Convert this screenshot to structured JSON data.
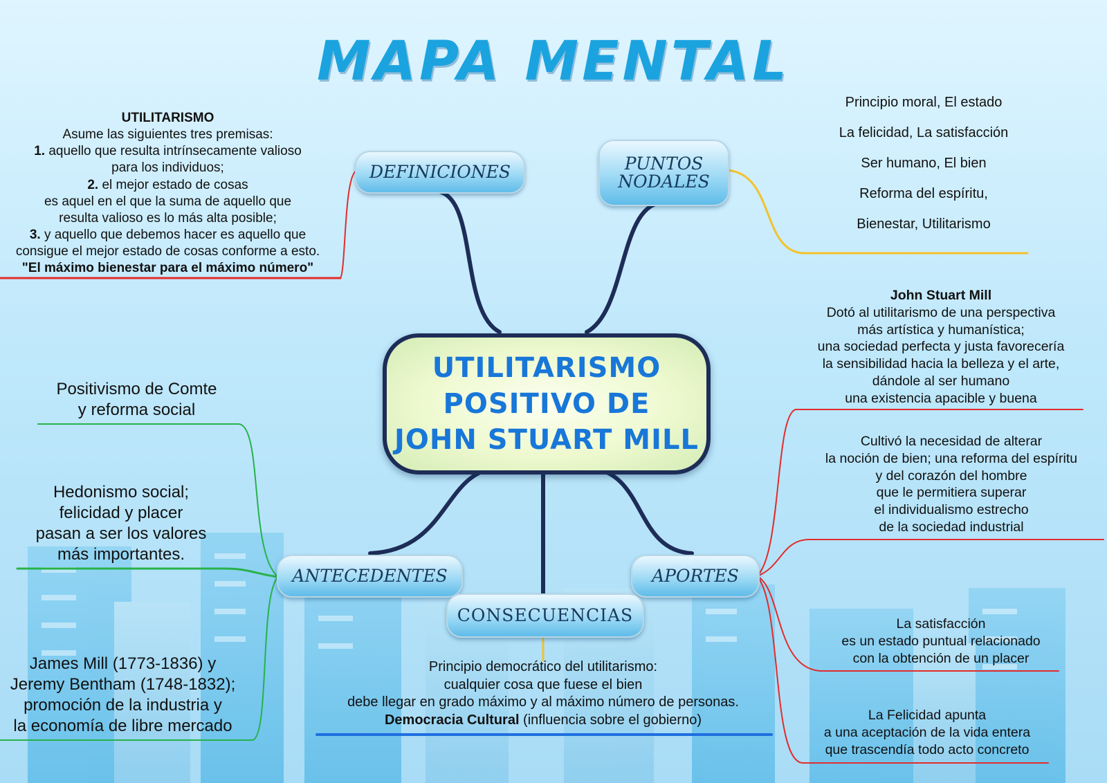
{
  "title": "MAPA MENTAL",
  "center_lines": [
    "UTILITARISMO",
    "POSITIVO DE",
    "JOHN STUART MILL"
  ],
  "nodes": {
    "definiciones": "DEFINICIONES",
    "puntos_nodales": [
      "PUNTOS",
      "NODALES"
    ],
    "antecedentes": "ANTECEDENTES",
    "aportes": "APORTES",
    "consecuencias": "CONSECUENCIAS"
  },
  "definiciones_text": {
    "heading": "UTILITARISMO",
    "intro": "Asume las siguientes tres premisas:",
    "p1_num": "1.",
    "p1_lines": [
      "aquello que resulta intrínsecamente valioso",
      "para los individuos;"
    ],
    "p2_num": "2.",
    "p2_lines": [
      "el mejor estado de cosas",
      "es aquel en el que la suma de aquello que",
      "resulta valioso es lo más alta posible;"
    ],
    "p3_num": "3.",
    "p3_lines": [
      "y aquello que debemos hacer es aquello que",
      "consigue el mejor estado de cosas conforme a esto."
    ],
    "quote": "\"El máximo bienestar para el máximo número\""
  },
  "puntos_nodales_items": [
    "Principio moral, El estado",
    "La felicidad, La satisfacción",
    "Ser humano, El bien",
    "Reforma del espíritu,",
    "Bienestar, Utilitarismo"
  ],
  "aportes_items": [
    {
      "heading": "John Stuart Mill",
      "lines": [
        "Dotó al utilitarismo de una perspectiva",
        "más artística y humanística;",
        "una sociedad perfecta y justa favorecería",
        "la sensibilidad hacia la belleza y el arte,",
        "dándole al ser humano",
        "una existencia apacible y buena"
      ]
    },
    {
      "lines": [
        "Cultivó la necesidad de alterar",
        "la noción de bien; una reforma del espíritu",
        "y del corazón del hombre",
        "que le permitiera superar",
        "el individualismo estrecho",
        "de la sociedad industrial"
      ]
    },
    {
      "lines": [
        "La satisfacción",
        "es un estado puntual relacionado",
        "con la obtención de un placer"
      ]
    },
    {
      "lines": [
        "La Felicidad apunta",
        "a una aceptación de la vida entera",
        "que trascendía todo acto concreto"
      ]
    }
  ],
  "antecedentes_items": [
    {
      "lines": [
        "Positivismo de Comte",
        "y reforma social"
      ]
    },
    {
      "lines": [
        "Hedonismo social;",
        "felicidad y placer",
        "pasan a ser los valores",
        "más importantes."
      ]
    },
    {
      "lines": [
        "James Mill (1773-1836) y",
        "Jeremy Bentham (1748-1832);",
        "promoción de la industria y",
        "la economía de libre mercado"
      ]
    }
  ],
  "consecuencias_text": {
    "lines": [
      "Principio democrático del utilitarismo:",
      "cualquier cosa que fuese el bien",
      "debe llegar en grado máximo y al máximo número de personas."
    ],
    "bold": "Democracia Cultural",
    "rest": " (influencia sobre el gobierno)"
  },
  "colors": {
    "title": "#1ba3df",
    "center_text": "#1877d8",
    "trunk": "#1d2d57",
    "definiciones_link": "#e32b2b",
    "puntos_link": "#f2c22c",
    "antecedentes_link": "#27b24a",
    "aportes_link": "#e32b2b",
    "consecuencias_link": "#f2c22c",
    "consecuencias_underline": "#1f6fe0"
  }
}
